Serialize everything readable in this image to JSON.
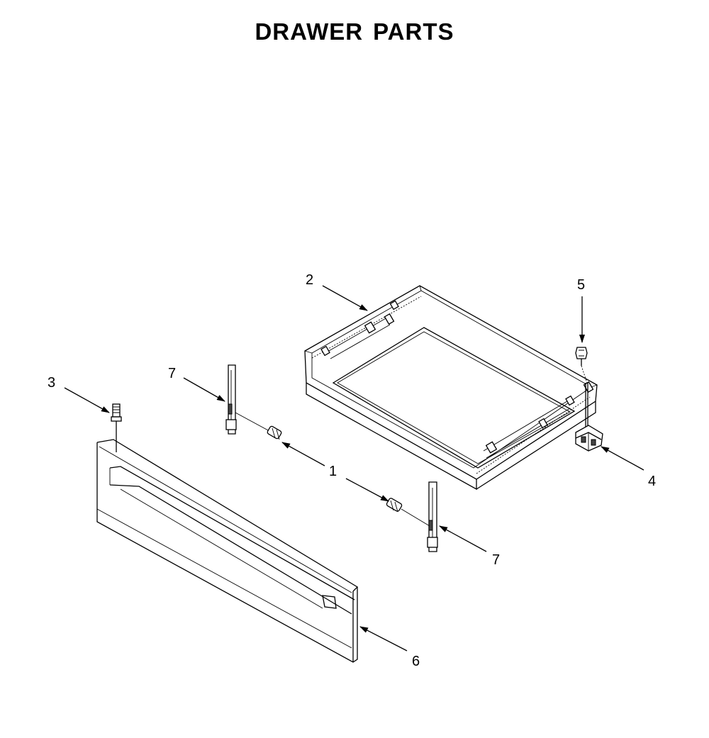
{
  "title_word1": "DRAWER",
  "title_word2": "PARTS",
  "callouts": {
    "drawer_glide_bracket": "1",
    "drawer_box": "2",
    "stud_left": "3",
    "rear_bracket": "4",
    "screw": "5",
    "drawer_front_panel": "6",
    "glide_left": "7",
    "glide_right": "7"
  },
  "colors": {
    "ink": "#000000",
    "background": "#ffffff"
  }
}
